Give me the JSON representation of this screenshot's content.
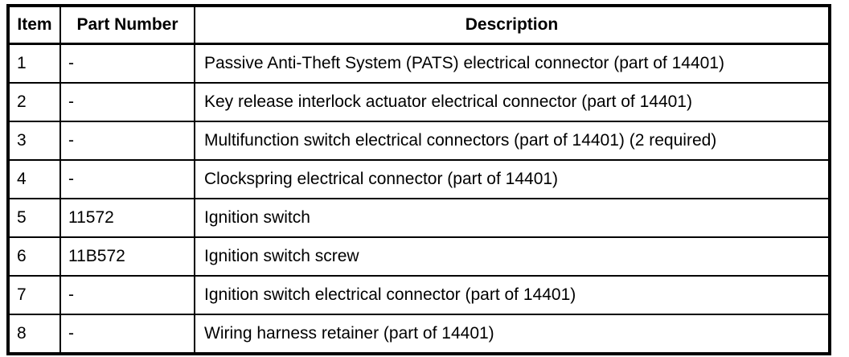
{
  "table": {
    "name": "ignition-switch-parts-table",
    "columns": [
      {
        "key": "item",
        "label": "Item",
        "align": "center"
      },
      {
        "key": "part_number",
        "label": "Part Number",
        "align": "center"
      },
      {
        "key": "description",
        "label": "Description",
        "align": "center"
      }
    ],
    "rows": [
      {
        "item": "1",
        "part_number": "-",
        "description": "Passive Anti-Theft System (PATS) electrical connector (part of 14401)"
      },
      {
        "item": "2",
        "part_number": "-",
        "description": "Key release interlock actuator electrical connector (part of 14401)"
      },
      {
        "item": "3",
        "part_number": "-",
        "description": "Multifunction switch electrical connectors (part of 14401) (2 required)"
      },
      {
        "item": "4",
        "part_number": "-",
        "description": "Clockspring electrical connector (part of 14401)"
      },
      {
        "item": "5",
        "part_number": "11572",
        "description": "Ignition switch"
      },
      {
        "item": "6",
        "part_number": "11B572",
        "description": "Ignition switch screw"
      },
      {
        "item": "7",
        "part_number": "-",
        "description": "Ignition switch electrical connector (part of 14401)"
      },
      {
        "item": "8",
        "part_number": "-",
        "description": "Wiring harness retainer (part of 14401)"
      }
    ]
  },
  "style": {
    "border_color": "#000000",
    "background": "#ffffff",
    "text_color": "#000000"
  }
}
